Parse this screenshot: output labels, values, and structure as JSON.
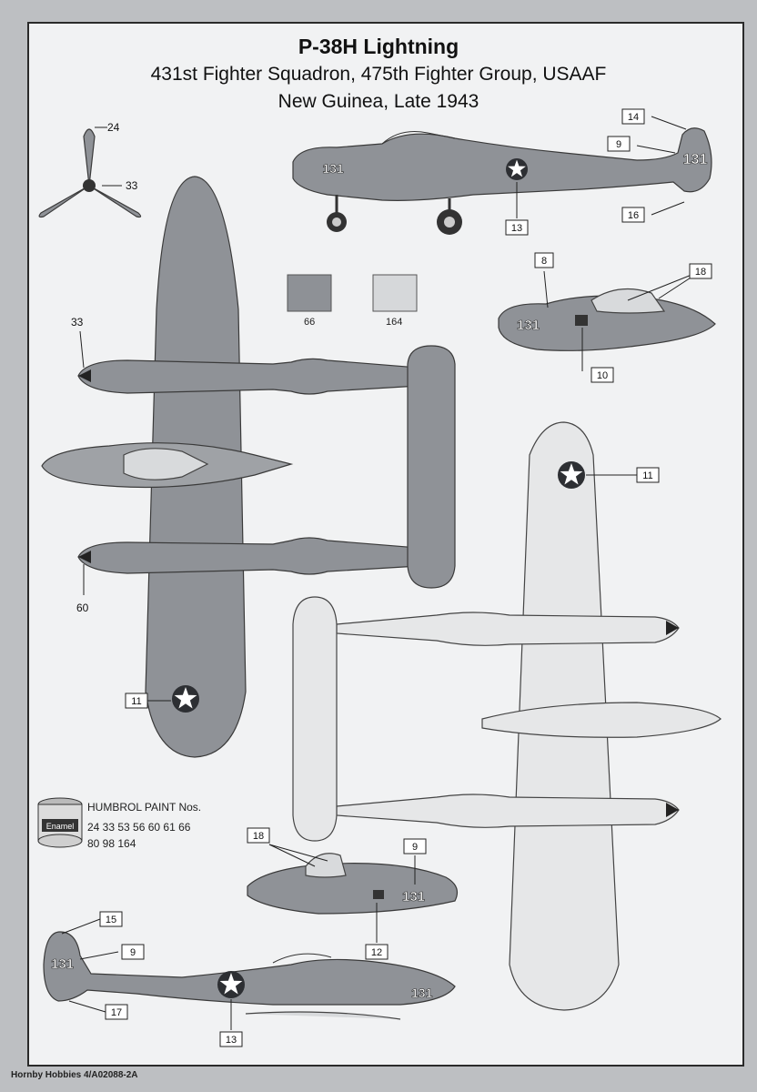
{
  "header": {
    "title": "P-38H Lightning",
    "subtitle": "431st Fighter Squadron, 475th Fighter Group, USAAF",
    "location": "New Guinea, Late 1943"
  },
  "paint_swatches": [
    {
      "code": "66",
      "color": "#8e9196"
    },
    {
      "code": "164",
      "color": "#d6d8da"
    }
  ],
  "paint_legend": {
    "title": "HUMBROL PAINT Nos.",
    "numbers": "24 33 53 56 60 61 66 80 98 164",
    "tin_label": "Enamel"
  },
  "plain_refs": {
    "prop_spinner": "24",
    "prop_blades": "33",
    "top_nose": "33",
    "top_nose_lower": "60"
  },
  "callouts": {
    "side_tail_top": "14",
    "side_tail_number": "9",
    "side_tail_bottom": "16",
    "side_star": "13",
    "nose_scoreboard": "8",
    "nose_canopy": "18",
    "nose_panel": "10",
    "under_star": "11",
    "top_star": "11",
    "lower_canopy": "18",
    "lower_number": "9",
    "lower_panel": "12",
    "left_tail_top": "15",
    "left_tail_number": "9",
    "left_tail_bottom": "17",
    "left_star": "13"
  },
  "aircraft_number": "131",
  "colors": {
    "upper_surface": "#8e9196",
    "lower_surface": "#d6d8da",
    "insignia_blue": "#2d2f33",
    "star_white": "#ffffff"
  },
  "footer": "Hornby Hobbies 4/A02088-2A"
}
